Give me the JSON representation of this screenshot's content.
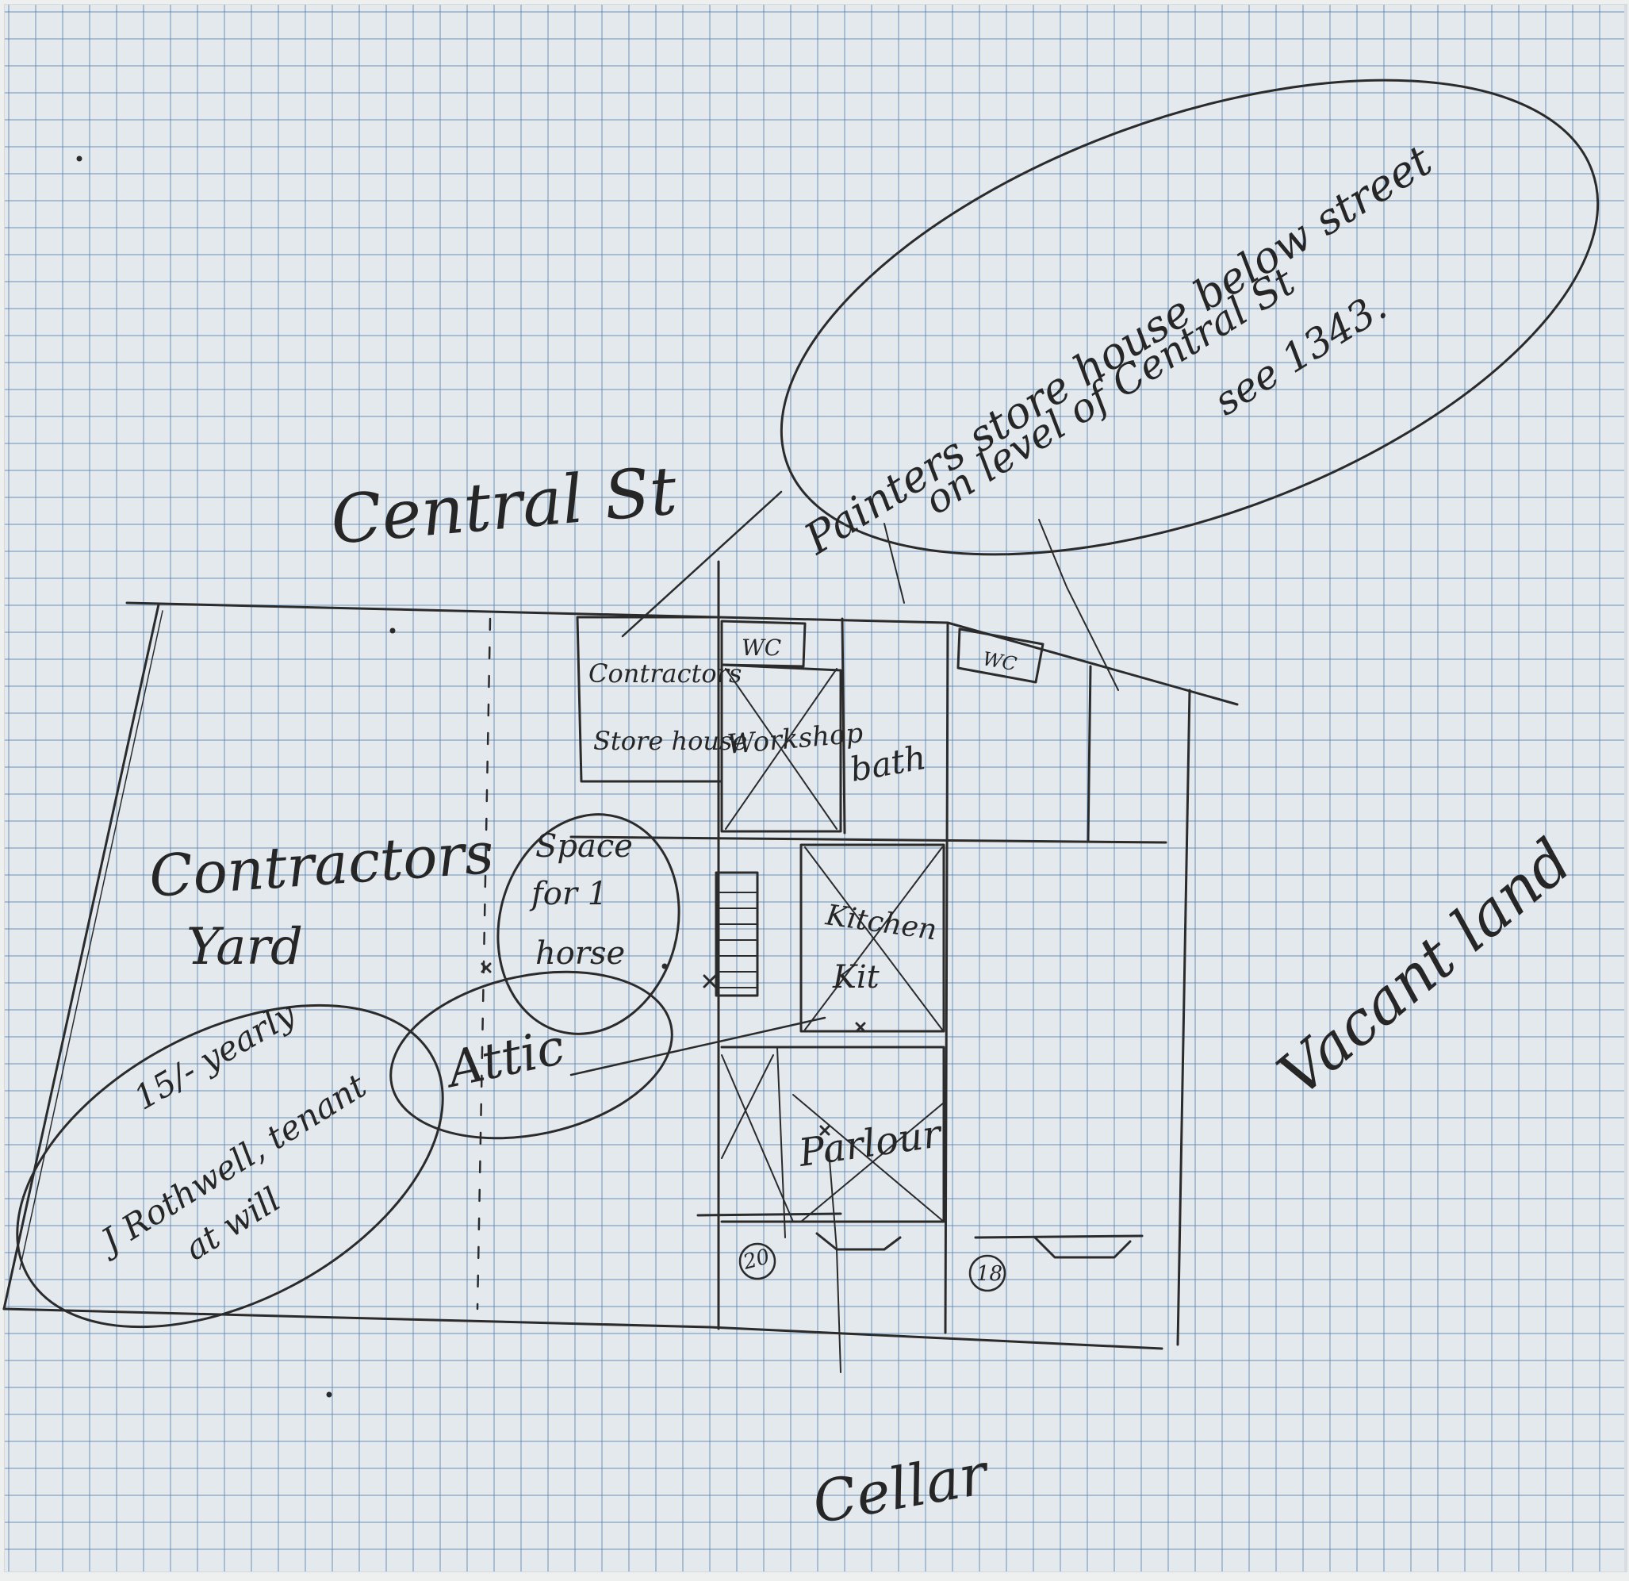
{
  "labels": {
    "central_st": "Central St",
    "painters_note_line1": "Painters store house below street",
    "painters_note_line2": "on level of Central St",
    "painters_note_line3": "see 1343.",
    "wc_left": "WC",
    "wc_right": "WC",
    "contractors_store_line1": "Contractors",
    "contractors_store_line2": "Store house",
    "workshop": "Workshop",
    "bath": "bath",
    "space_line1": "Space",
    "space_line2": "for 1",
    "space_line3": "horse",
    "contractors_yard_line1": "Contractors",
    "contractors_yard_line2": "Yard",
    "rent_line1": "15/- yearly",
    "rent_line2": "J Rothwell, tenant",
    "rent_line3": "at will",
    "attic": "Attic",
    "kitchen_line1": "Kitchen",
    "kitchen_line2": "Kit",
    "parlour": "Parlour",
    "number_20": "20",
    "number_18": "18",
    "vacant_land": "Vacant land",
    "cellar": "Cellar"
  },
  "colors": {
    "paper": "#e4e9ee",
    "grid": "#5f87af",
    "pencil": "#2b2b2b"
  }
}
